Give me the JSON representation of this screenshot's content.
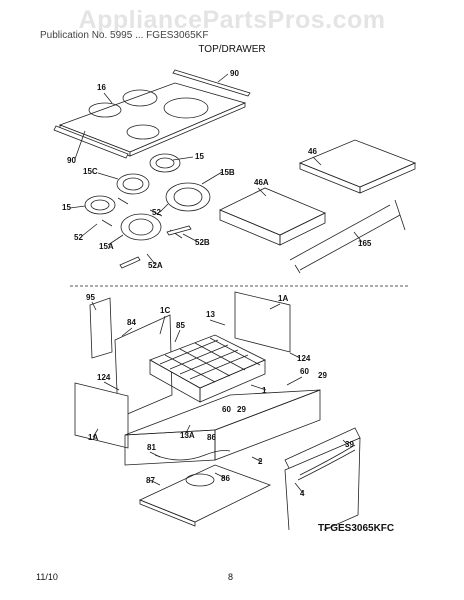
{
  "header": {
    "watermark": "AppliancePartsPros.com",
    "publication": "Publication No. 5995 ... FGES3065KF",
    "section_title": "TOP/DRAWER"
  },
  "part_labels": {
    "p90a": "90",
    "p16": "16",
    "p90b": "90",
    "p15a": "15",
    "p15c": "15C",
    "p15b": "15B",
    "p15": "15",
    "p52": "52",
    "p52b": "52",
    "p15a2": "15A",
    "p52bb": "52B",
    "p52a": "52A",
    "p46": "46",
    "p46a": "46A",
    "p165": "165",
    "p95": "95",
    "p84": "84",
    "p1c": "1C",
    "p85": "85",
    "p13": "13",
    "p1a": "1A",
    "p124": "124",
    "p124b": "124",
    "p60": "60",
    "p29": "29",
    "p60b": "60",
    "p29b": "29",
    "p1": "1",
    "p13a": "13A",
    "p1a2": "1A",
    "p86": "86",
    "p81": "81",
    "p86b": "86",
    "p87": "87",
    "p2": "2",
    "p39": "39",
    "p4": "4"
  },
  "footer": {
    "model_code": "TFGES3065KFC",
    "date": "11/10",
    "page_number": "8"
  }
}
